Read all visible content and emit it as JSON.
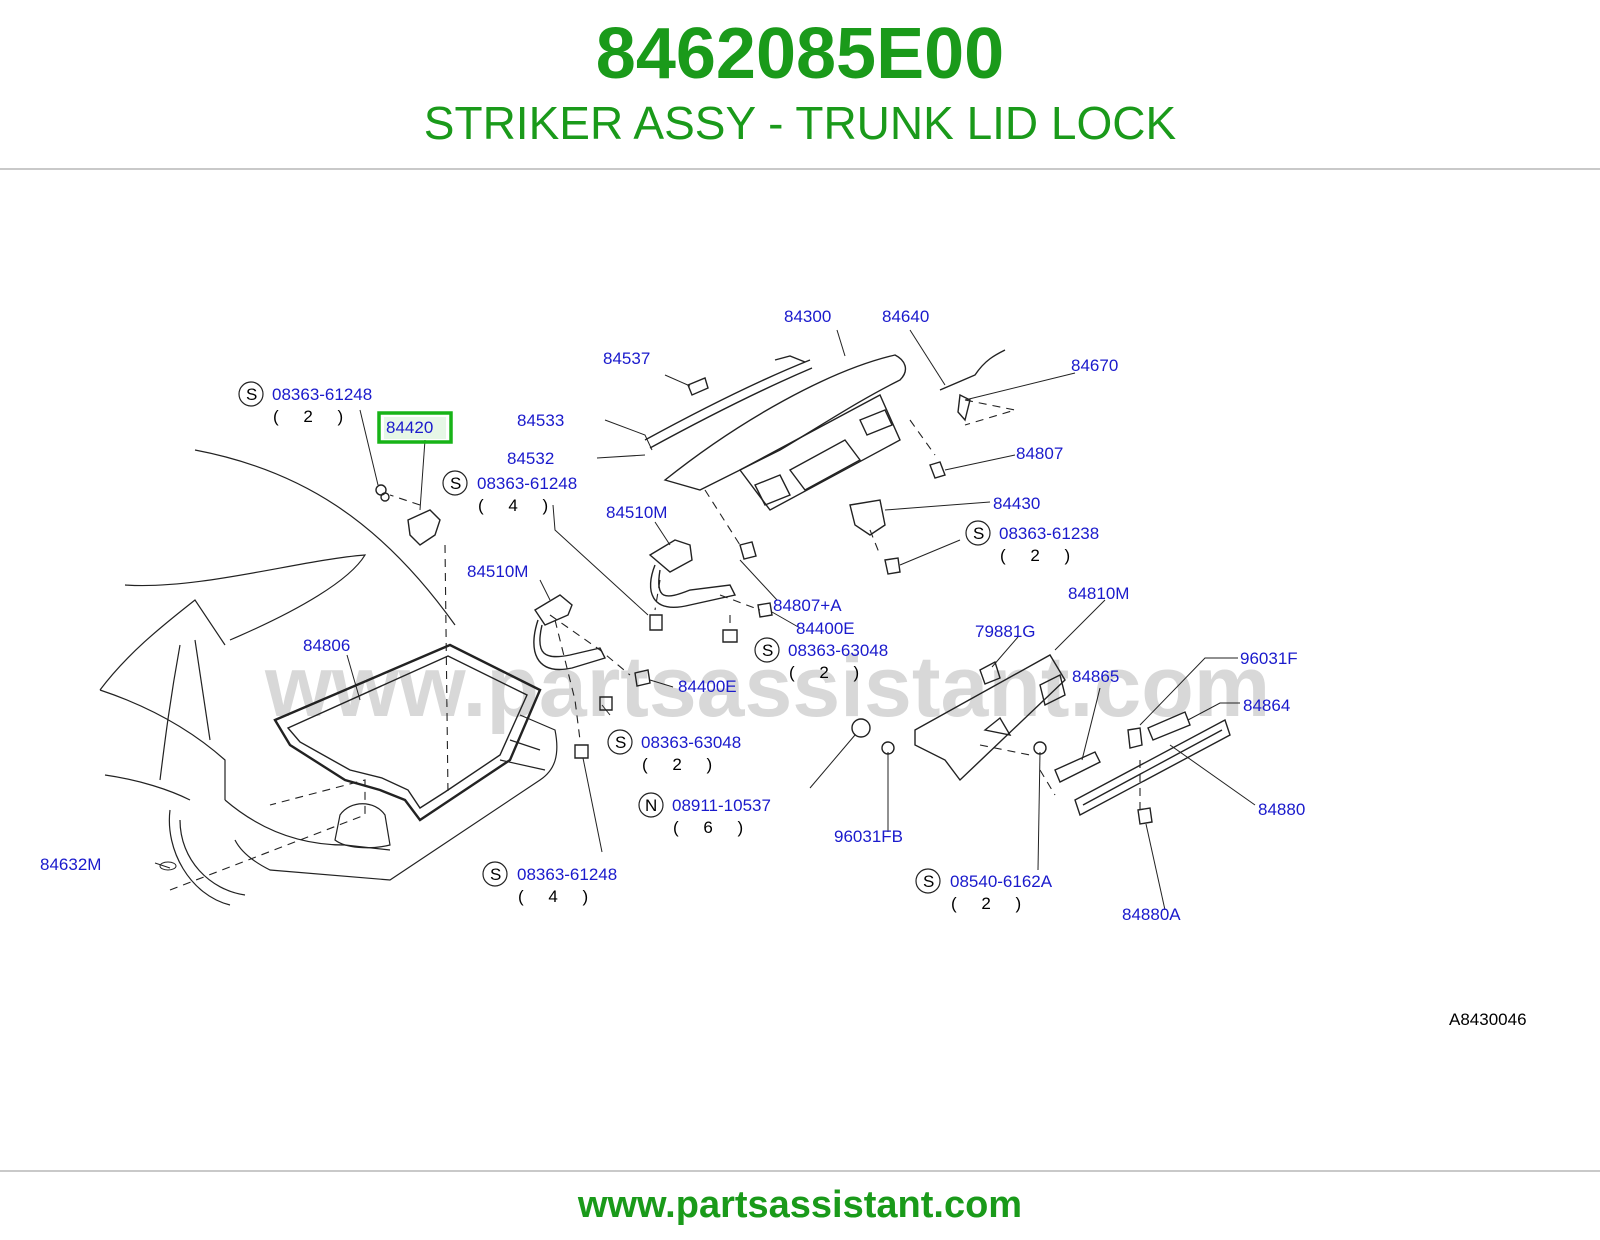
{
  "header": {
    "part_number": "8462085E00",
    "part_name": "STRIKER ASSY - TRUNK LID LOCK"
  },
  "footer": {
    "website": "www.partsassistant.com"
  },
  "watermark": "www.partsassistant.com",
  "diagram_code": "A8430046",
  "colors": {
    "brand_green": "#1a9a1a",
    "label_blue": "#1a1acc",
    "line": "#222222",
    "highlight": "#17b317"
  },
  "callouts": [
    {
      "id": "08363-61248-a",
      "text": "08363-61248",
      "prefix": "S",
      "qty": "( 2 )"
    },
    {
      "id": "84420",
      "text": "84420",
      "highlight": true
    },
    {
      "id": "08363-61248-b",
      "text": "08363-61248",
      "prefix": "S",
      "qty": "( 4 )"
    },
    {
      "id": "84537",
      "text": "84537"
    },
    {
      "id": "84533",
      "text": "84533"
    },
    {
      "id": "84532",
      "text": "84532"
    },
    {
      "id": "84300",
      "text": "84300"
    },
    {
      "id": "84640",
      "text": "84640"
    },
    {
      "id": "84670",
      "text": "84670"
    },
    {
      "id": "84807",
      "text": "84807"
    },
    {
      "id": "84430",
      "text": "84430"
    },
    {
      "id": "08363-61238",
      "text": "08363-61238",
      "prefix": "S",
      "qty": "( 2 )"
    },
    {
      "id": "84510M-a",
      "text": "84510M"
    },
    {
      "id": "84510M-b",
      "text": "84510M"
    },
    {
      "id": "84807A",
      "text": "84807+A"
    },
    {
      "id": "84400E-a",
      "text": "84400E"
    },
    {
      "id": "08363-63048-a",
      "text": "08363-63048",
      "prefix": "S",
      "qty": "( 2 )"
    },
    {
      "id": "84400E-b",
      "text": "84400E"
    },
    {
      "id": "08363-63048-b",
      "text": "08363-63048",
      "prefix": "S",
      "qty": "( 2 )"
    },
    {
      "id": "08911-10537",
      "text": "08911-10537",
      "prefix": "N",
      "qty": "( 6 )"
    },
    {
      "id": "08363-61248-c",
      "text": "08363-61248",
      "prefix": "S",
      "qty": "( 4 )"
    },
    {
      "id": "84806",
      "text": "84806"
    },
    {
      "id": "84632M",
      "text": "84632M"
    },
    {
      "id": "84810M",
      "text": "84810M"
    },
    {
      "id": "79881G",
      "text": "79881G"
    },
    {
      "id": "84865",
      "text": "84865"
    },
    {
      "id": "96031F",
      "text": "96031F"
    },
    {
      "id": "84864",
      "text": "84864"
    },
    {
      "id": "84880",
      "text": "84880"
    },
    {
      "id": "96031FB",
      "text": "96031FB"
    },
    {
      "id": "08540-6162A",
      "text": "08540-6162A",
      "prefix": "S",
      "qty": "( 2 )"
    },
    {
      "id": "84880A",
      "text": "84880A"
    }
  ]
}
